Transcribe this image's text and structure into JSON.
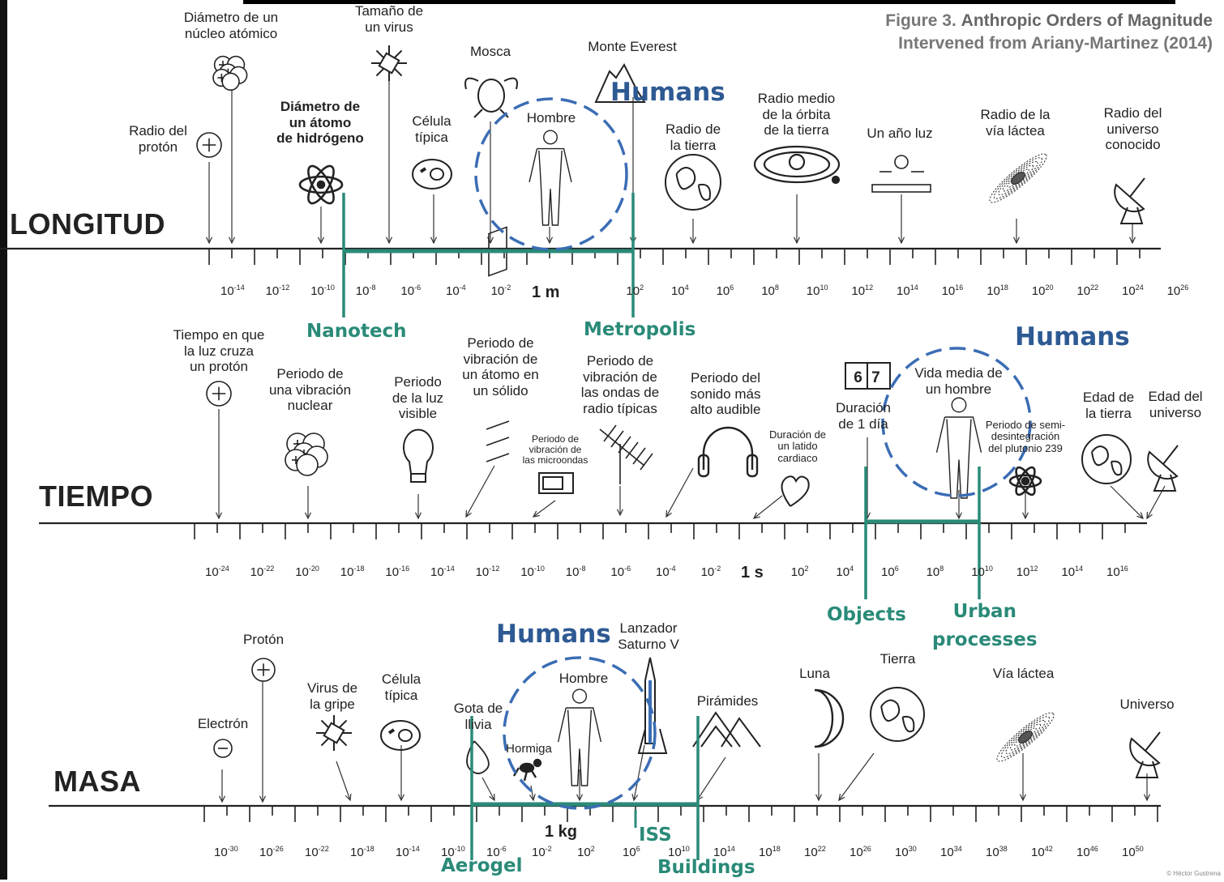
{
  "caption": {
    "prefix": "Figure 3.",
    "title": "Anthropic Orders of Magnitude",
    "source": "Intervened from Ariany-Martinez (2014)"
  },
  "credit": "© Héctor Gustrena",
  "colors": {
    "blue": "#2e5a93",
    "green": "#2a8a78",
    "ink": "#222222"
  },
  "rows": {
    "longitud": {
      "title": "LONGITUD",
      "unit": "1 m",
      "ticks": [
        "10",
        "10",
        "10",
        "10",
        "10",
        "10",
        "10",
        "10",
        "",
        "10",
        "10",
        "10",
        "10",
        "10",
        "10",
        "10",
        "10",
        "10",
        "10",
        "10"
      ],
      "exps": [
        "-14",
        "-12",
        "-10",
        "-8",
        "-6",
        "-4",
        "-2",
        "",
        "",
        "2",
        "4",
        "6",
        "8",
        "10",
        "12",
        "14",
        "16",
        "18",
        "20",
        "22",
        "24",
        "26"
      ],
      "items": [
        {
          "label": "Diámetro de un\nnúcleo atómico",
          "icon": "nucleus-icon"
        },
        {
          "label": "Tamaño de\nun virus",
          "icon": "virus-icon"
        },
        {
          "label": "Mosca",
          "icon": "fly-icon"
        },
        {
          "label": "Monte Everest",
          "icon": "mountain-icon"
        },
        {
          "label": "Radio del\nprotón",
          "icon": "proton-icon"
        },
        {
          "label": "Diámetro de\nun átomo\nde hidrógeno",
          "icon": "atom-icon"
        },
        {
          "label": "Célula\ntípica",
          "icon": "cell-icon"
        },
        {
          "label": "Hombre",
          "icon": "human-icon"
        },
        {
          "label": "Radio de\nla tierra",
          "icon": "earth-icon"
        },
        {
          "label": "Radio medio\nde la órbita\nde la tierra",
          "icon": "orbit-icon"
        },
        {
          "label": "Un año luz",
          "icon": "lightbulb-ruler-icon"
        },
        {
          "label": "Radio de la\nvía láctea",
          "icon": "galaxy-icon"
        },
        {
          "label": "Radio del\nuniverso\nconocido",
          "icon": "radio-telescope-icon"
        }
      ]
    },
    "tiempo": {
      "title": "TIEMPO",
      "unit": "1 s",
      "exps": [
        "-24",
        "-22",
        "-20",
        "-18",
        "-16",
        "-14",
        "-12",
        "-10",
        "-8",
        "-6",
        "-4",
        "-2",
        "",
        "2",
        "4",
        "6",
        "8",
        "10",
        "12",
        "14",
        "16"
      ],
      "items": [
        {
          "label": "Tiempo en que\nla luz cruza\nun protón",
          "icon": "proton-icon"
        },
        {
          "label": "Periodo de\nuna vibración\nnuclear",
          "icon": "nucleus-icon"
        },
        {
          "label": "Periodo\nde la luz\nvisible",
          "icon": "lightbulb-icon"
        },
        {
          "label": "Periodo de\nvibración de\nun átomo en\nun sólido",
          "icon": "lattice-icon"
        },
        {
          "label": "Periodo de\nvibración de\nlas microondas",
          "icon": "microwave-icon"
        },
        {
          "label": "Periodo de\nvibración de\nlas ondas de\nradio típicas",
          "icon": "antenna-icon"
        },
        {
          "label": "Periodo del\nsonido más\nalto audible",
          "icon": "headphones-icon"
        },
        {
          "label": "Duración de\nun latido\ncardiaco",
          "icon": "heart-icon"
        },
        {
          "label": "Duración\nde 1 día",
          "icon": "flip-clock-icon"
        },
        {
          "label": "Vida media de\nun hombre",
          "icon": "human-icon"
        },
        {
          "label": "Periodo de semi-\ndesintegración\ndel plutonio 239",
          "icon": "atom-icon"
        },
        {
          "label": "Edad de\nla tierra",
          "icon": "earth-icon"
        },
        {
          "label": "Edad del\nuniverso",
          "icon": "radio-telescope-icon"
        }
      ],
      "clock": "6 7"
    },
    "masa": {
      "title": "MASA",
      "unit": "1 kg",
      "exps": [
        "-30",
        "-26",
        "-22",
        "-18",
        "-14",
        "-10",
        "-6",
        "-2",
        "2",
        "6",
        "10",
        "14",
        "18",
        "22",
        "26",
        "30",
        "34",
        "38",
        "42",
        "46",
        "50"
      ],
      "items": [
        {
          "label": "Protón",
          "icon": "proton-icon"
        },
        {
          "label": "Electrón",
          "icon": "electron-icon"
        },
        {
          "label": "Virus de\nla gripe",
          "icon": "virus-icon"
        },
        {
          "label": "Célula\ntípica",
          "icon": "cell-icon"
        },
        {
          "label": "Gota de\nllivia",
          "icon": "drop-icon"
        },
        {
          "label": "Hormiga",
          "icon": "ant-icon"
        },
        {
          "label": "Hombre",
          "icon": "human-icon"
        },
        {
          "label": "Lanzador\nSaturno V",
          "icon": "rocket-icon"
        },
        {
          "label": "Pirámides",
          "icon": "pyramids-icon"
        },
        {
          "label": "Luna",
          "icon": "moon-icon"
        },
        {
          "label": "Tierra",
          "icon": "earth-icon"
        },
        {
          "label": "Vía láctea",
          "icon": "galaxy-icon"
        },
        {
          "label": "Universo",
          "icon": "radio-telescope-icon"
        }
      ]
    }
  },
  "annotations": {
    "humans": "Humans",
    "nanotech": "Nanotech",
    "metropolis": "Metropolis",
    "objects": "Objects",
    "urban": "Urban\nprocesses",
    "iss": "ISS",
    "aerogel": "Aerogel",
    "buildings": "Buildings"
  }
}
